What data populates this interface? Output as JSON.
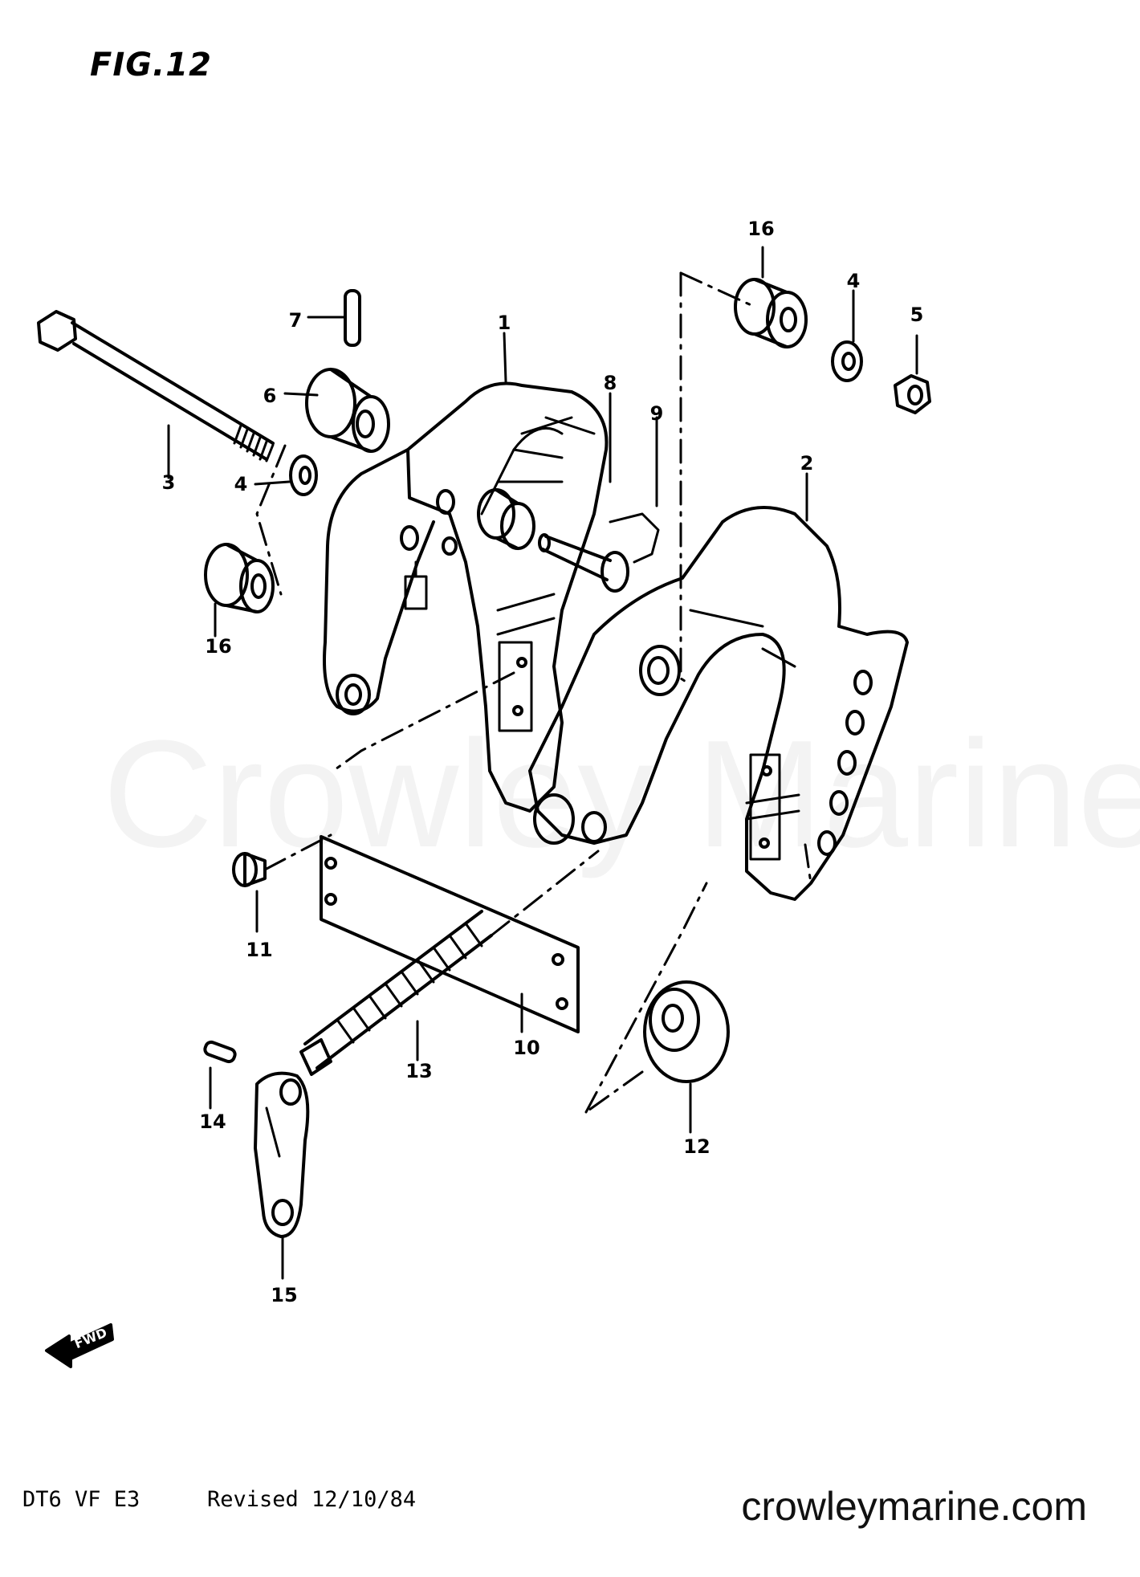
{
  "figure": {
    "title": "FIG.12",
    "model_code": "DT6 VF E3",
    "revision": "Revised 12/10/84",
    "website": "crowleymarine.com",
    "watermark": "Crowley Marine",
    "fwd_label": "FWD"
  },
  "callouts": {
    "c1": "1",
    "c2": "2",
    "c3": "3",
    "c4a": "4",
    "c4b": "4",
    "c5": "5",
    "c6": "6",
    "c7": "7",
    "c8": "8",
    "c9": "9",
    "c10": "10",
    "c11": "11",
    "c12": "12",
    "c13": "13",
    "c14": "14",
    "c15": "15",
    "c16a": "16",
    "c16b": "16"
  }
}
